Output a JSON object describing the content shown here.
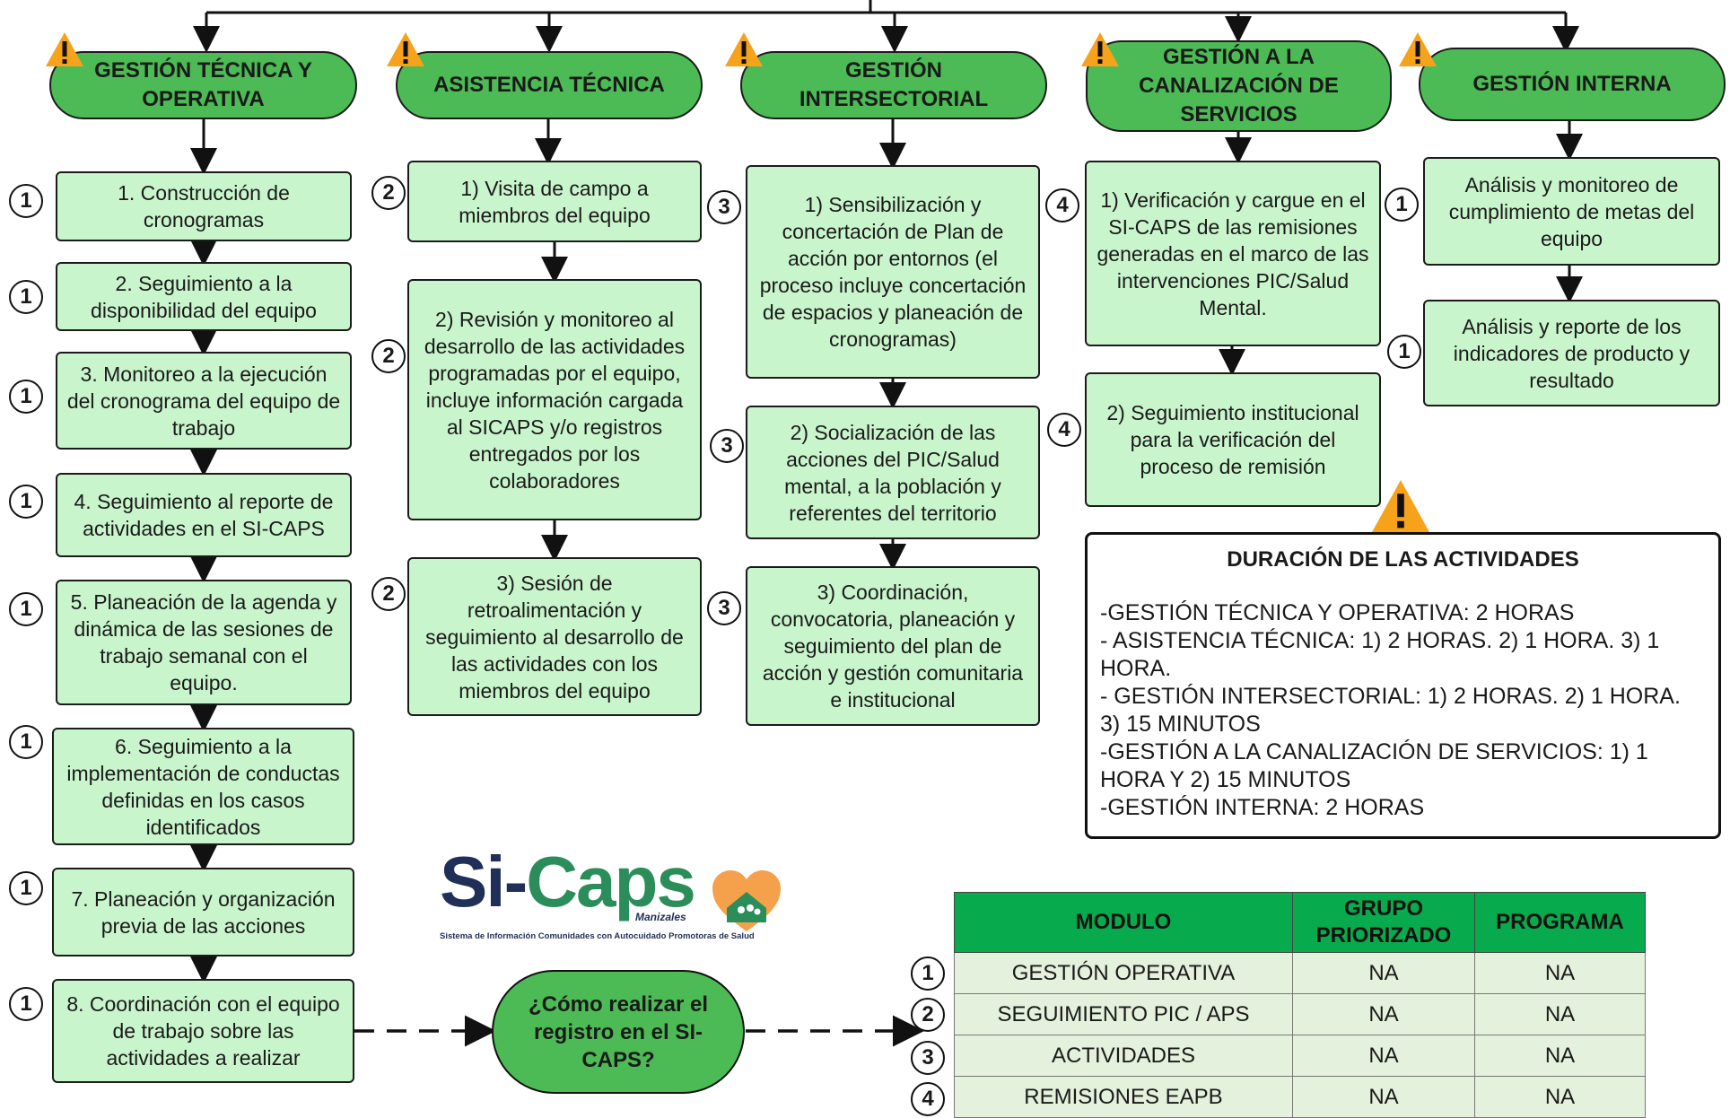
{
  "columns": [
    {
      "id": "gestion-tecnica",
      "title": "GESTIÓN TÉCNICA Y OPERATIVA",
      "activities": [
        {
          "num": "1",
          "text": "1. Construcción de cronogramas"
        },
        {
          "num": "1",
          "text": "2. Seguimiento a la disponibilidad del equipo"
        },
        {
          "num": "1",
          "text": "3. Monitoreo a la ejecución del cronograma del equipo de trabajo"
        },
        {
          "num": "1",
          "text": "4. Seguimiento al reporte de actividades en el SI-CAPS"
        },
        {
          "num": "1",
          "text": "5. Planeación de la agenda y dinámica de las sesiones de trabajo semanal con el equipo."
        },
        {
          "num": "1",
          "text": "6. Seguimiento a la implementación de conductas definidas en los casos  identificados"
        },
        {
          "num": "1",
          "text": "7. Planeación y organización previa de las acciones"
        },
        {
          "num": "1",
          "text": "8. Coordinación con el equipo de trabajo sobre las actividades a realizar"
        }
      ]
    },
    {
      "id": "asistencia-tecnica",
      "title": "ASISTENCIA TÉCNICA",
      "activities": [
        {
          "num": "2",
          "text": "1) Visita de campo a miembros del equipo"
        },
        {
          "num": "2",
          "text": "2) Revisión y monitoreo al desarrollo de las actividades programadas por el equipo, incluye información cargada al SICAPS y/o registros entregados por los colaboradores"
        },
        {
          "num": "2",
          "text": "3) Sesión de retroalimentación y seguimiento al desarrollo de las actividades con los miembros del equipo"
        }
      ]
    },
    {
      "id": "gestion-intersectorial",
      "title": "GESTIÓN INTERSECTORIAL",
      "activities": [
        {
          "num": "3",
          "text": "1) Sensibilización y concertación de Plan de acción por entornos (el proceso incluye concertación de espacios y planeación de cronogramas)"
        },
        {
          "num": "3",
          "text": "2) Socialización de las acciones del PIC/Salud mental, a la población y referentes del territorio"
        },
        {
          "num": "3",
          "text": "3) Coordinación, convocatoria, planeación y seguimiento del plan de acción y gestión comunitaria e institucional"
        }
      ]
    },
    {
      "id": "gestion-canalizacion",
      "title": "GESTIÓN A LA CANALIZACIÓN DE SERVICIOS",
      "activities": [
        {
          "num": "4",
          "text": "1) Verificación y cargue en el SI-CAPS de las remisiones generadas en el marco de las intervenciones PIC/Salud Mental."
        },
        {
          "num": "4",
          "text": "2) Seguimiento institucional para la verificación del proceso de remisión"
        }
      ]
    },
    {
      "id": "gestion-interna",
      "title": "GESTIÓN INTERNA",
      "activities": [
        {
          "num": "1",
          "text": "Análisis y monitoreo de cumplimiento de metas del equipo"
        },
        {
          "num": "1",
          "text": "Análisis y reporte de los indicadores de producto y resultado"
        }
      ]
    }
  ],
  "duration": {
    "title": "DURACIÓN DE LAS ACTIVIDADES",
    "lines": [
      "-GESTIÓN TÉCNICA Y OPERATIVA: 2 HORAS",
      "- ASISTENCIA TÉCNICA: 1) 2 HORAS. 2) 1 HORA. 3) 1 HORA.",
      "- GESTIÓN INTERSECTORIAL: 1) 2 HORAS. 2) 1 HORA. 3) 15 MINUTOS",
      "-GESTIÓN A LA CANALIZACIÓN DE SERVICIOS: 1) 1 HORA Y 2) 15 MINUTOS",
      "-GESTIÓN INTERNA: 2 HORAS"
    ]
  },
  "logo": {
    "si": "Si-",
    "caps": "Caps",
    "city": "Manizales",
    "tagline": "Sistema de Información Comunidades con Autocuidado Promotoras de Salud"
  },
  "question": "¿Cómo realizar el registro en el SI-CAPS?",
  "module_table": {
    "headers": [
      "MODULO",
      "GRUPO PRIORIZADO",
      "PROGRAMA"
    ],
    "rows": [
      {
        "num": "1",
        "cells": [
          "GESTIÓN OPERATIVA",
          "NA",
          "NA"
        ]
      },
      {
        "num": "2",
        "cells": [
          "SEGUIMIENTO PIC / APS",
          "NA",
          "NA"
        ]
      },
      {
        "num": "3",
        "cells": [
          "ACTIVIDADES",
          "NA",
          "NA"
        ]
      },
      {
        "num": "4",
        "cells": [
          "REMISIONES EAPB",
          "NA",
          "NA"
        ]
      }
    ]
  },
  "colors": {
    "header_green": "#4cbb55",
    "box_green": "#c9f5cc",
    "table_header_green": "#07aa4c",
    "table_cell_green": "#e4f1dc",
    "warning_orange": "#f7a21b",
    "logo_navy": "#1f2f57",
    "logo_green": "#2a8d5a"
  },
  "icons": [
    "warning-icon",
    "heart-logo-icon"
  ]
}
